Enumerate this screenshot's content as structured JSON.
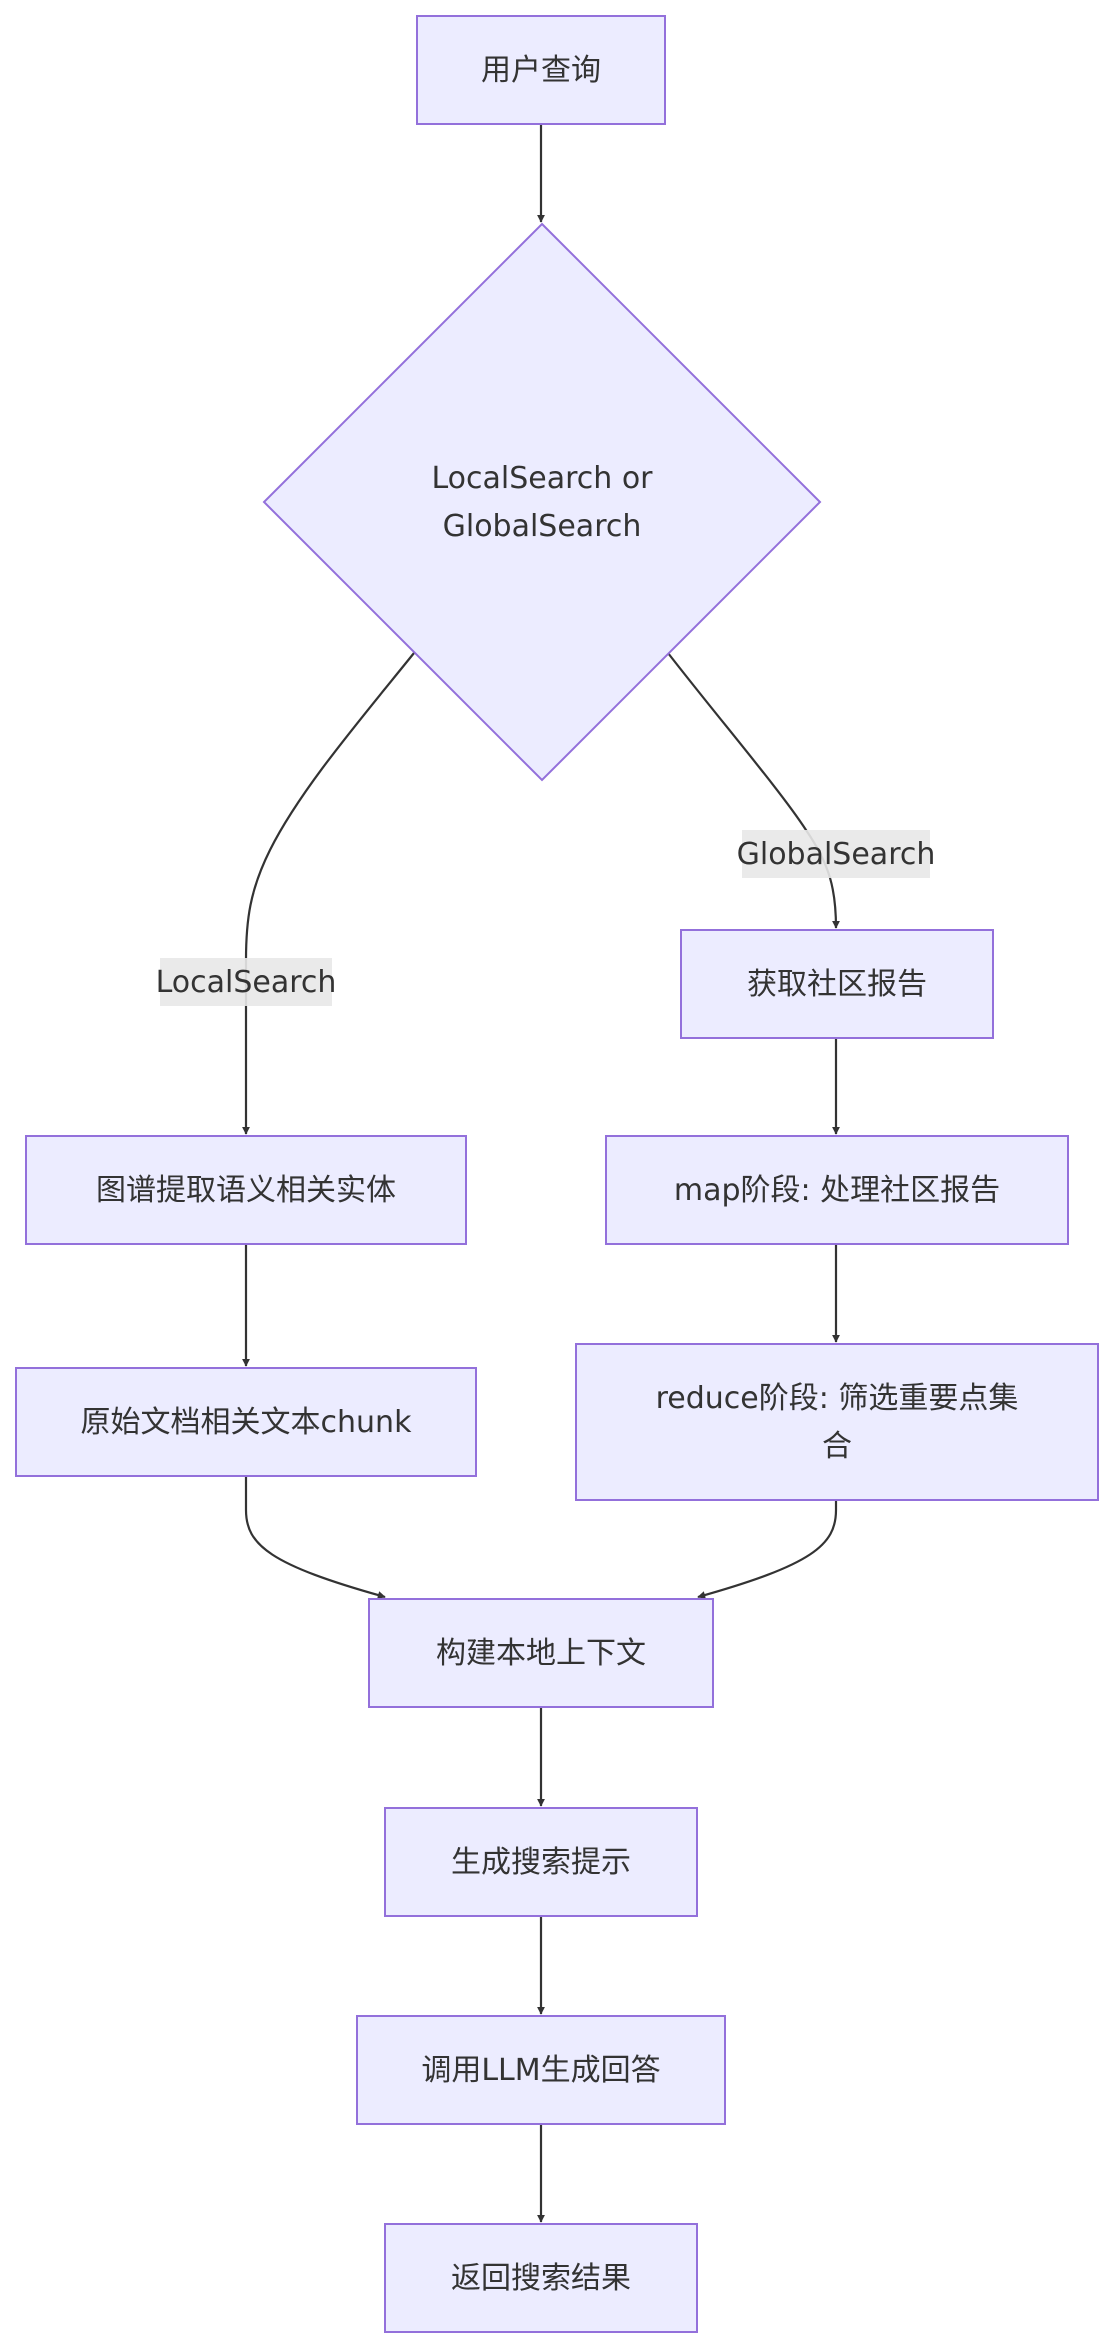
{
  "diagram": {
    "type": "flowchart",
    "direction": "top-down",
    "colors": {
      "node_fill": "#ECECFF",
      "node_border": "#9370DB",
      "edge": "#333333",
      "text": "#333333",
      "edge_label_bg": "#e8e8e8"
    },
    "nodes": [
      {
        "id": "user_query",
        "shape": "rect",
        "lines": [
          "用户查询"
        ]
      },
      {
        "id": "decision",
        "shape": "diamond",
        "lines": [
          "LocalSearch or",
          "GlobalSearch"
        ]
      },
      {
        "id": "graph_entities",
        "shape": "rect",
        "lines": [
          "图谱提取语义相关实体"
        ]
      },
      {
        "id": "raw_chunks",
        "shape": "rect",
        "lines": [
          "原始文档相关文本chunk"
        ]
      },
      {
        "id": "community_reports",
        "shape": "rect",
        "lines": [
          "获取社区报告"
        ]
      },
      {
        "id": "map_stage",
        "shape": "rect",
        "lines": [
          "map阶段: 处理社区报告"
        ]
      },
      {
        "id": "reduce_stage",
        "shape": "rect",
        "lines": [
          "reduce阶段: 筛选重要点集",
          "合"
        ]
      },
      {
        "id": "build_context",
        "shape": "rect",
        "lines": [
          "构建本地上下文"
        ]
      },
      {
        "id": "gen_prompt",
        "shape": "rect",
        "lines": [
          "生成搜索提示"
        ]
      },
      {
        "id": "call_llm",
        "shape": "rect",
        "lines": [
          "调用LLM生成回答"
        ]
      },
      {
        "id": "return_results",
        "shape": "rect",
        "lines": [
          "返回搜索结果"
        ]
      }
    ],
    "edges": [
      {
        "from": "user_query",
        "to": "decision",
        "label": ""
      },
      {
        "from": "decision",
        "to": "graph_entities",
        "label": "LocalSearch"
      },
      {
        "from": "decision",
        "to": "community_reports",
        "label": "GlobalSearch"
      },
      {
        "from": "graph_entities",
        "to": "raw_chunks",
        "label": ""
      },
      {
        "from": "community_reports",
        "to": "map_stage",
        "label": ""
      },
      {
        "from": "map_stage",
        "to": "reduce_stage",
        "label": ""
      },
      {
        "from": "raw_chunks",
        "to": "build_context",
        "label": ""
      },
      {
        "from": "reduce_stage",
        "to": "build_context",
        "label": ""
      },
      {
        "from": "build_context",
        "to": "gen_prompt",
        "label": ""
      },
      {
        "from": "gen_prompt",
        "to": "call_llm",
        "label": ""
      },
      {
        "from": "call_llm",
        "to": "return_results",
        "label": ""
      }
    ]
  }
}
